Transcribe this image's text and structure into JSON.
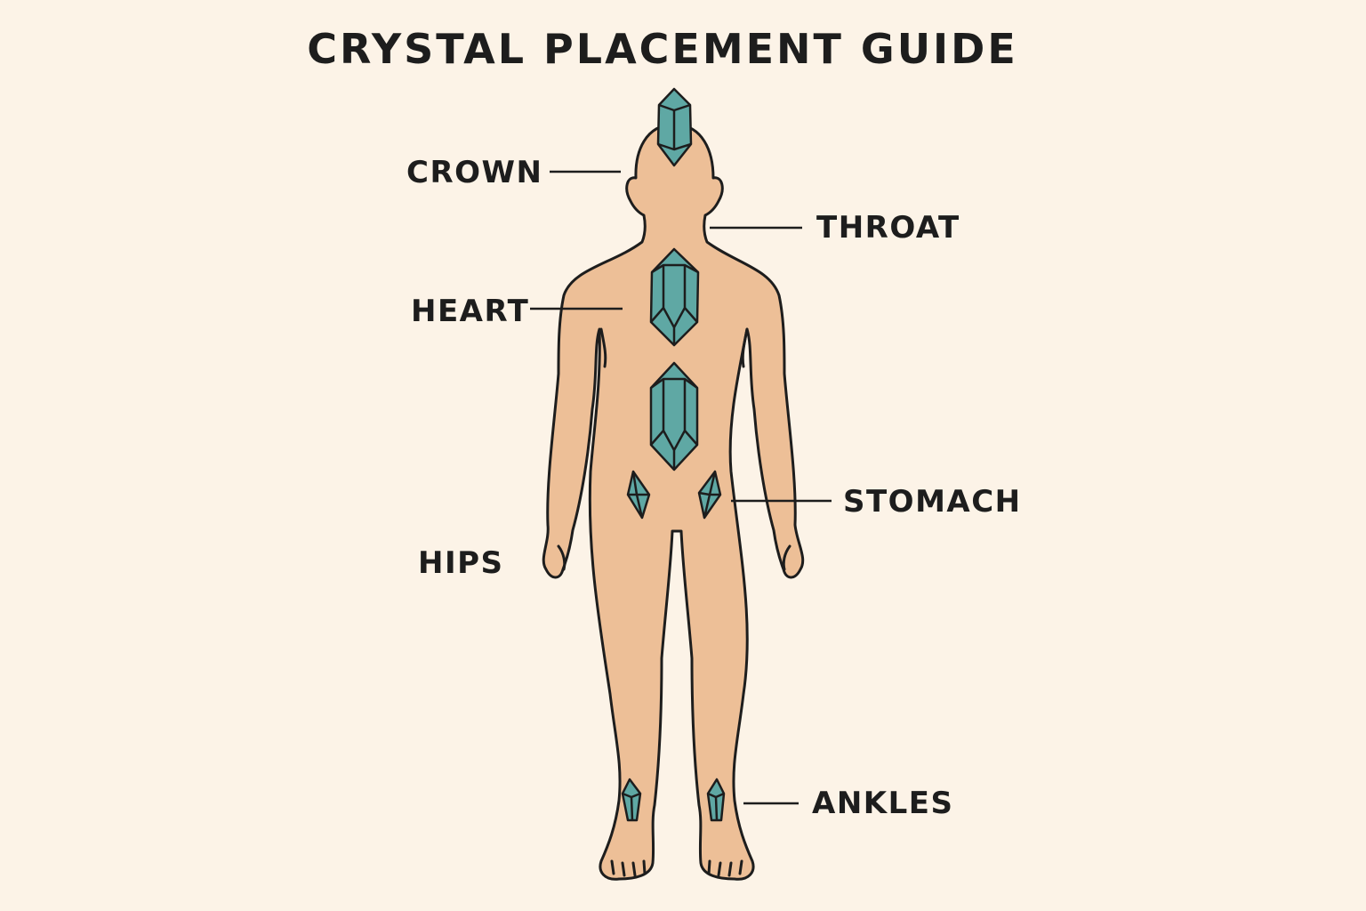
{
  "title": "CRYSTAL PLACEMENT GUIDE",
  "labels": {
    "crown": "CROWN",
    "throat": "THROAT",
    "heart": "HEART",
    "stomach": "STOMACH",
    "hips": "HIPS",
    "ankles": "ANKLES"
  },
  "colors": {
    "background": "#fcf3e7",
    "skin": "#edbf97",
    "outline": "#1d1d1d",
    "crystal": "#5fa8a4"
  }
}
